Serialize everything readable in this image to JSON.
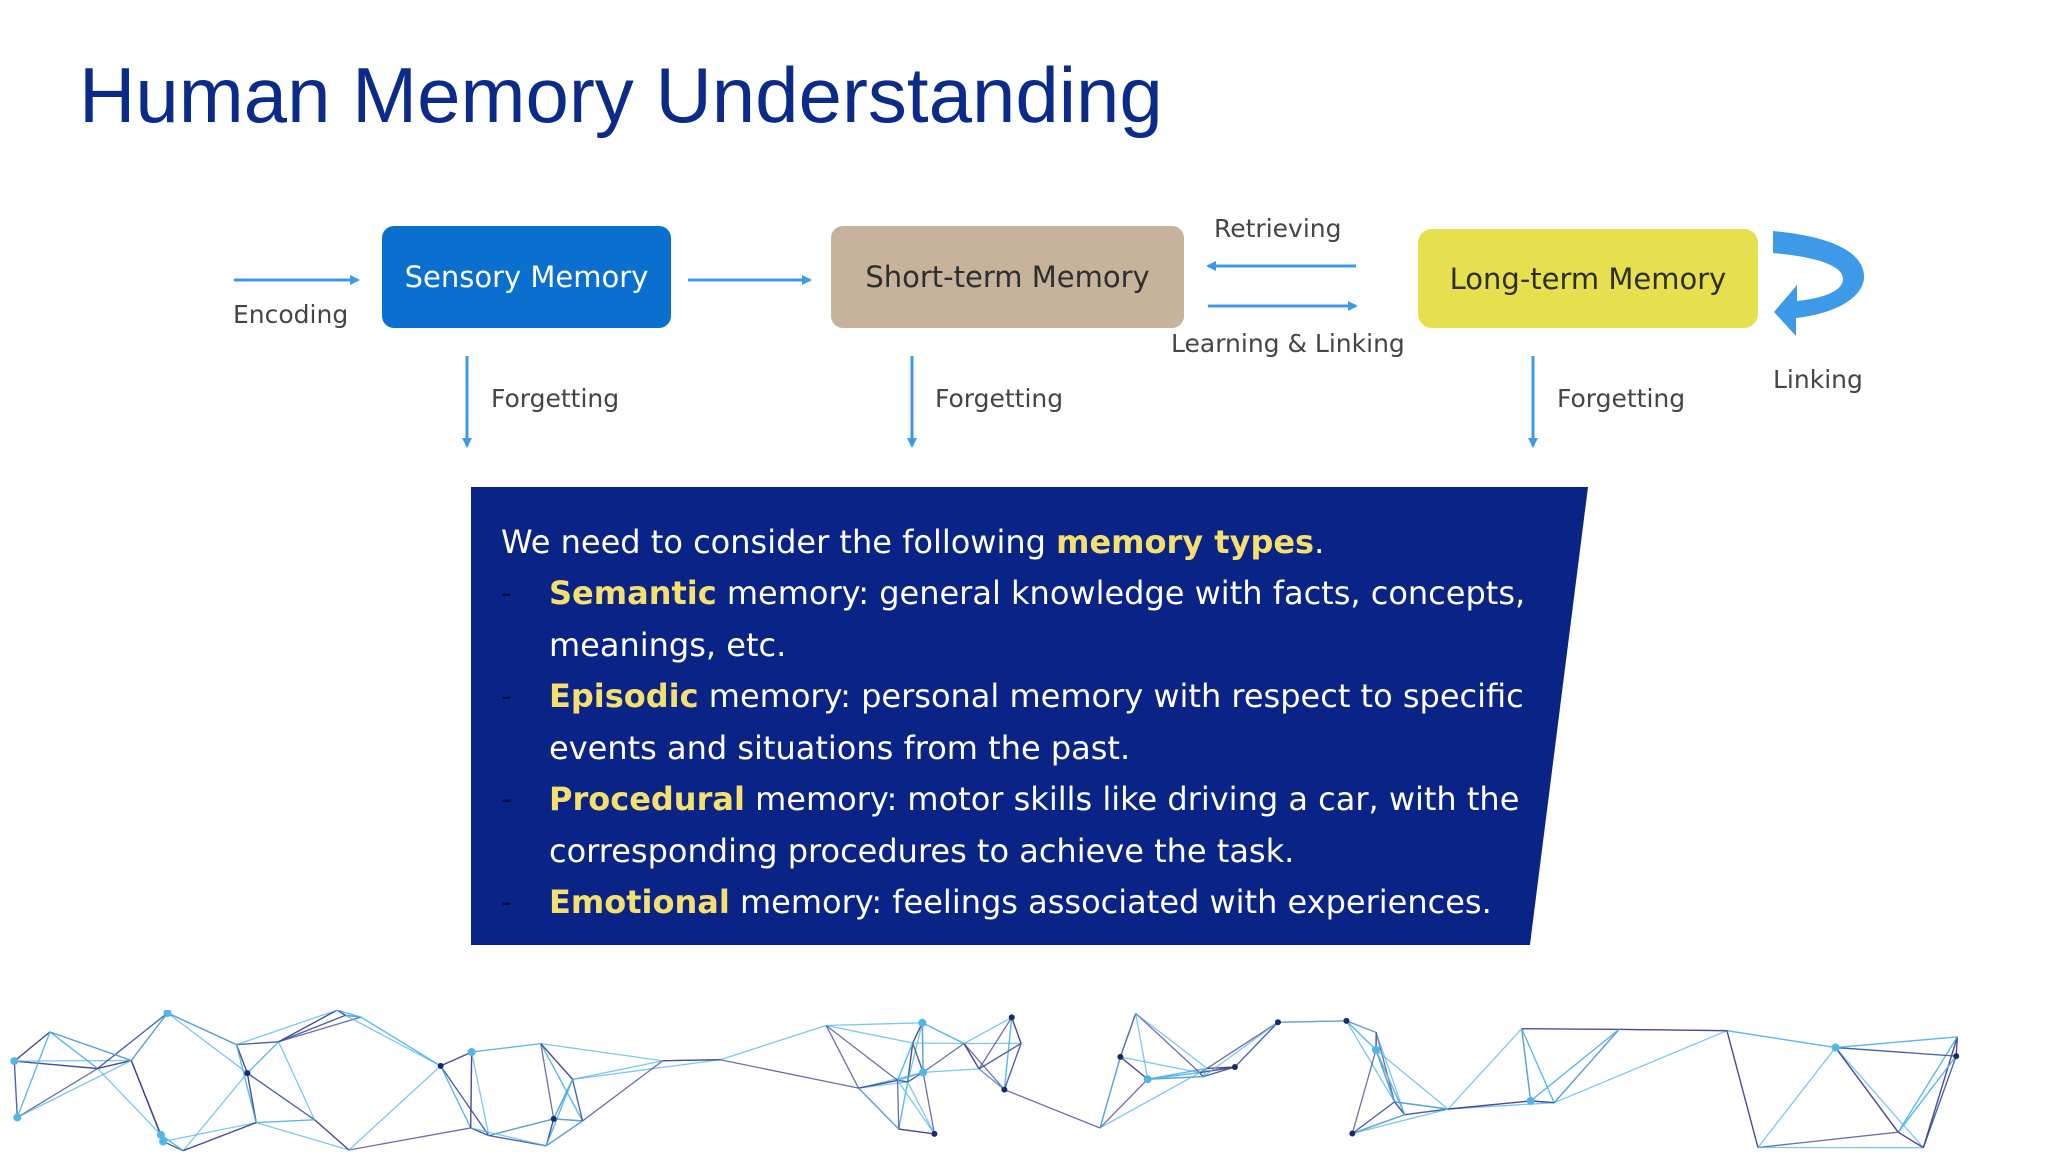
{
  "slide": {
    "title": "Human Memory Understanding"
  },
  "diagram": {
    "boxes": {
      "sensory": {
        "label": "Sensory Memory",
        "fill": "#0a6fce",
        "text_color": "#ffffff"
      },
      "short_term": {
        "label": "Short-term Memory",
        "fill": "#c7b29c",
        "text_color": "#2e2e2e"
      },
      "long_term": {
        "label": "Long-term Memory",
        "fill": "#e6e04e",
        "text_color": "#2e2e2e"
      }
    },
    "labels": {
      "encoding": "Encoding",
      "forgetting_1": "Forgetting",
      "forgetting_2": "Forgetting",
      "forgetting_3": "Forgetting",
      "retrieving": "Retrieving",
      "learning_linking": "Learning & Linking",
      "linking": "Linking"
    },
    "arrow_color": "#3d9ae8"
  },
  "textbox": {
    "fill": "#0a2386",
    "highlight_color": "#f5e06e",
    "intro_before": "We need to consider the following ",
    "intro_highlight": "memory types",
    "intro_after": ".",
    "bullet_marker": "-",
    "items": [
      {
        "term": "Semantic",
        "text": " memory: general knowledge with facts, concepts, meanings, etc."
      },
      {
        "term": "Episodic",
        "text": " memory: personal memory with respect to specific events and situations from the past."
      },
      {
        "term": "Procedural",
        "text": " memory: motor skills like driving a car, with the corresponding procedures to achieve the task."
      },
      {
        "term": "Emotional",
        "text": " memory: feelings associated with experiences."
      }
    ]
  },
  "decoration": {
    "network_colors": [
      "#3d3f8f",
      "#4fb6e8",
      "#1a2a6e"
    ]
  }
}
